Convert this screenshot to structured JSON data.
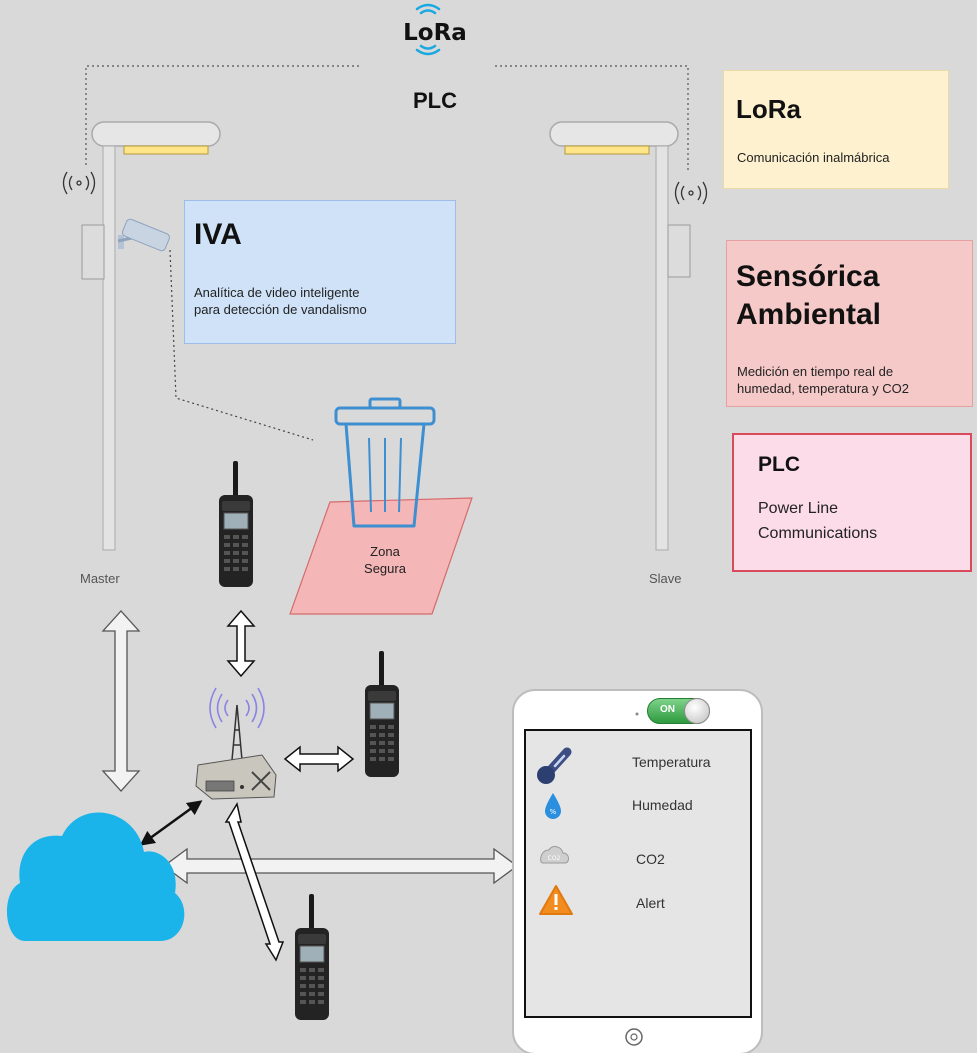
{
  "lora_logo": "LoRa",
  "plc_label": "PLC",
  "lora_card": {
    "title": "LoRa",
    "description": "Comunicación inalmábrica"
  },
  "sensorica_card": {
    "title": "Sensórica\nAmbiental",
    "description": "Medición en tiempo real de\nhumedad, temperatura y CO2"
  },
  "plc_card": {
    "title": "PLC",
    "description": "Power Line\nCommunications"
  },
  "iva_card": {
    "title": "IVA",
    "description": "Analítica de video inteligente\npara detección de vandalismo"
  },
  "poles": {
    "master_label": "Master",
    "slave_label": "Slave"
  },
  "zona_segura": "Zona\nSegura",
  "tablet": {
    "items": [
      {
        "icon": "thermometer-icon",
        "label": "Temperatura"
      },
      {
        "icon": "humidity-drop-icon",
        "label": "Humedad"
      },
      {
        "icon": "co2-cloud-icon",
        "label": "CO2"
      },
      {
        "icon": "alert-icon",
        "label": "Alert"
      }
    ],
    "toggle_label": "ON"
  },
  "colors": {
    "background": "#d9d9d9",
    "cloud": "#1ab3ea",
    "trash": "#3d8fd1",
    "zona": "#f4b6b6",
    "lora_card": "#fdf1cf",
    "sensorica_card": "#f6c9c9",
    "plc_card": "#fbdce8",
    "iva_card": "#cfe2f8",
    "toggle_on": "#3fae4f",
    "alert": "#f28c1e"
  }
}
